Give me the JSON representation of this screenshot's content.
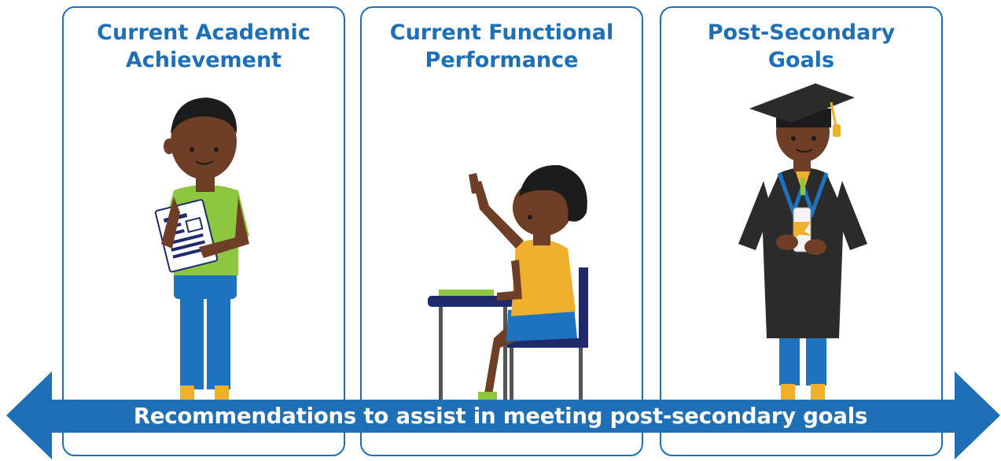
{
  "panels": [
    {
      "title_line1": "Current Academic",
      "title_line2": "Achievement",
      "figure": "student-holding-report-illustration"
    },
    {
      "title_line1": "Current Functional",
      "title_line2": "Performance",
      "figure": "student-raising-hand-at-desk-illustration"
    },
    {
      "title_line1": "Post-Secondary",
      "title_line2": "Goals",
      "figure": "graduate-in-cap-and-gown-illustration"
    }
  ],
  "arrow": {
    "label": "Recommendations to assist in meeting post-secondary goals",
    "direction": "bidirectional"
  },
  "colors": {
    "accent_blue": "#1e6fb5",
    "skin": "#6e3e26",
    "hair": "#1c1c1c",
    "green_shirt": "#8dc63f",
    "blue_pants": "#1e73be",
    "yellow": "#efb02b",
    "gown": "#2b2b2b"
  }
}
